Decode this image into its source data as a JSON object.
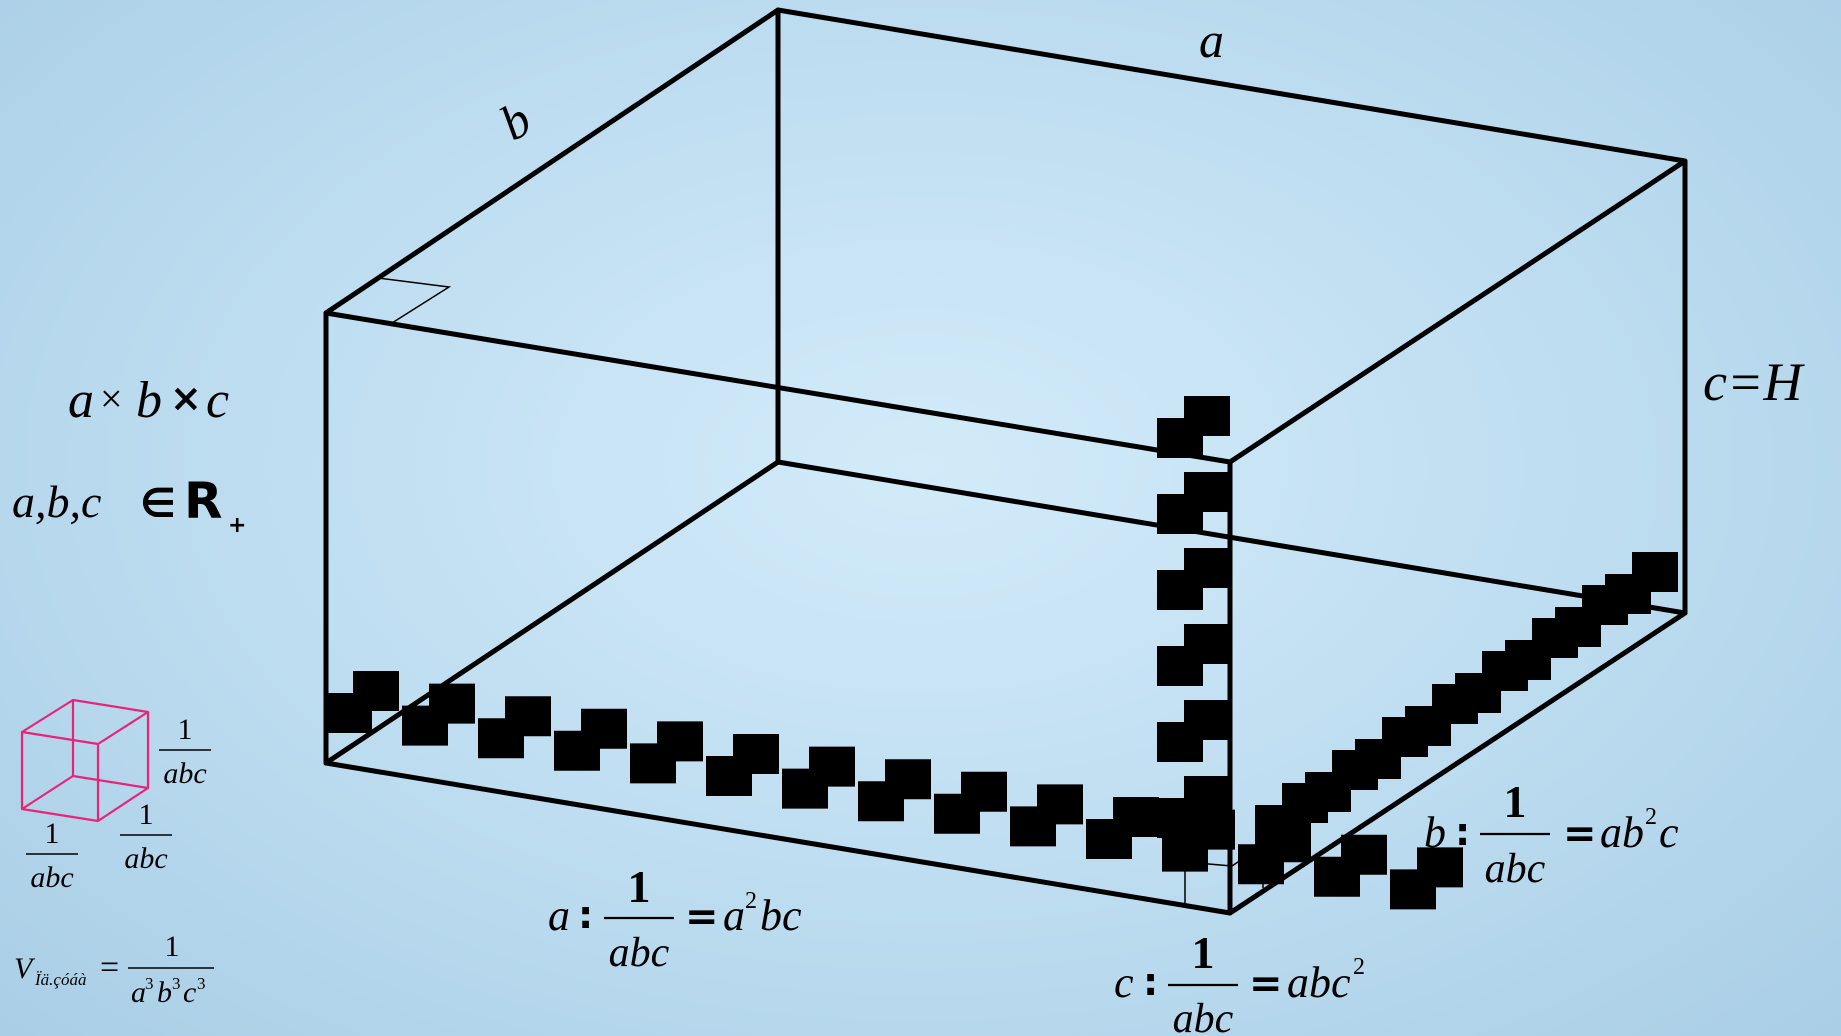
{
  "colors": {
    "box": "#000000",
    "cube": "#e8247a",
    "background": "#c5e2f5"
  },
  "labels": {
    "a": "a",
    "b": "b",
    "c_eq_H": "c=H"
  },
  "left_panel": {
    "dims": {
      "a": "a",
      "times1": "×",
      "b": "b",
      "times2": "×",
      "c": "c"
    },
    "domain": {
      "vars": "a,b,c",
      "in": "∈",
      "set": "R",
      "sub": "+"
    },
    "unit_cube_label": {
      "num": "1",
      "den": "abc"
    },
    "volume": {
      "V": "V",
      "sub": "Ïä.çóáà",
      "eq": "=",
      "num": "1",
      "den_a": "a",
      "den_b": "b",
      "den_c": "c",
      "exp": "3"
    }
  },
  "edge_counts": {
    "a": {
      "var": "a",
      "colon": ":",
      "num": "1",
      "den": "abc",
      "eq": "=",
      "res_a": "a",
      "exp": "2",
      "res_rest": "bc"
    },
    "b": {
      "var": "b",
      "colon": ":",
      "num": "1",
      "den": "abc",
      "eq": "=",
      "res_ab": "ab",
      "exp": "2",
      "res_c": "c"
    },
    "c": {
      "var": "c",
      "colon": ":",
      "num": "1",
      "den": "abc",
      "eq": "=",
      "res_abc": "abc",
      "exp": "2"
    }
  }
}
